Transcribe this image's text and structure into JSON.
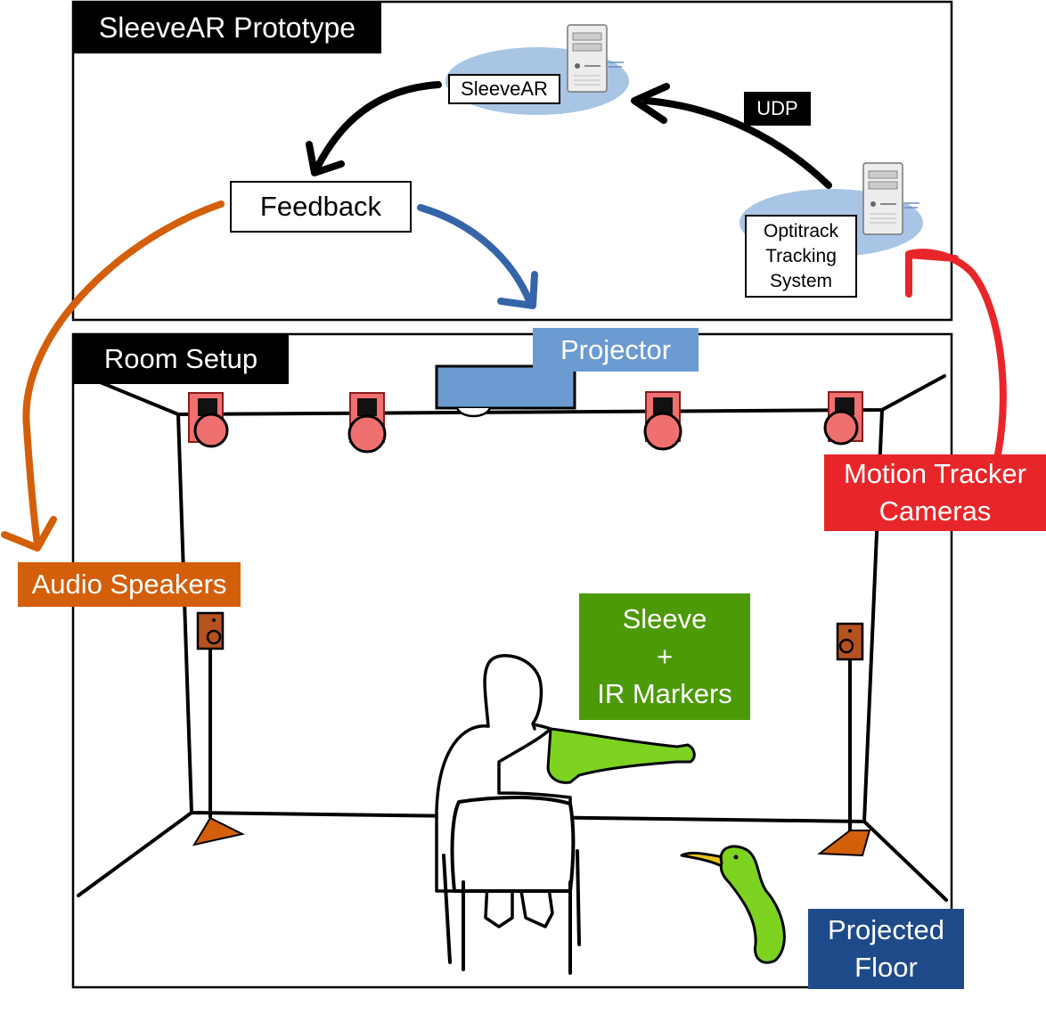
{
  "panels": {
    "prototype_title": "SleeveAR Prototype",
    "room_title": "Room Setup"
  },
  "nodes": {
    "sleevear": "SleeveAR",
    "feedback": "Feedback",
    "udp": "UDP",
    "optitrack": [
      "Optitrack",
      "Tracking",
      "System"
    ]
  },
  "callouts": {
    "projector": "Projector",
    "audio_speakers": "Audio Speakers",
    "motion_tracker": [
      "Motion Tracker",
      "Cameras"
    ],
    "sleeve": [
      "Sleeve",
      "+",
      "IR Markers"
    ],
    "projected_floor": [
      "Projected",
      "Floor"
    ]
  },
  "colors": {
    "audio": "#d35f0a",
    "motion": "#e8262a",
    "projector": "#6b9bd1",
    "feedback_arrow": "#3565a8",
    "sleeve": "#4c9a08",
    "sleeve_fill": "#7ed321",
    "projected_floor": "#1f4a8a",
    "speaker": "#f07070",
    "speaker_wood": "#b4531f",
    "server_disk": "#a9c5e5"
  },
  "icons": [
    "server-icon",
    "speaker-icon",
    "projector-icon",
    "person-icon",
    "chair-icon",
    "bird-icon"
  ]
}
